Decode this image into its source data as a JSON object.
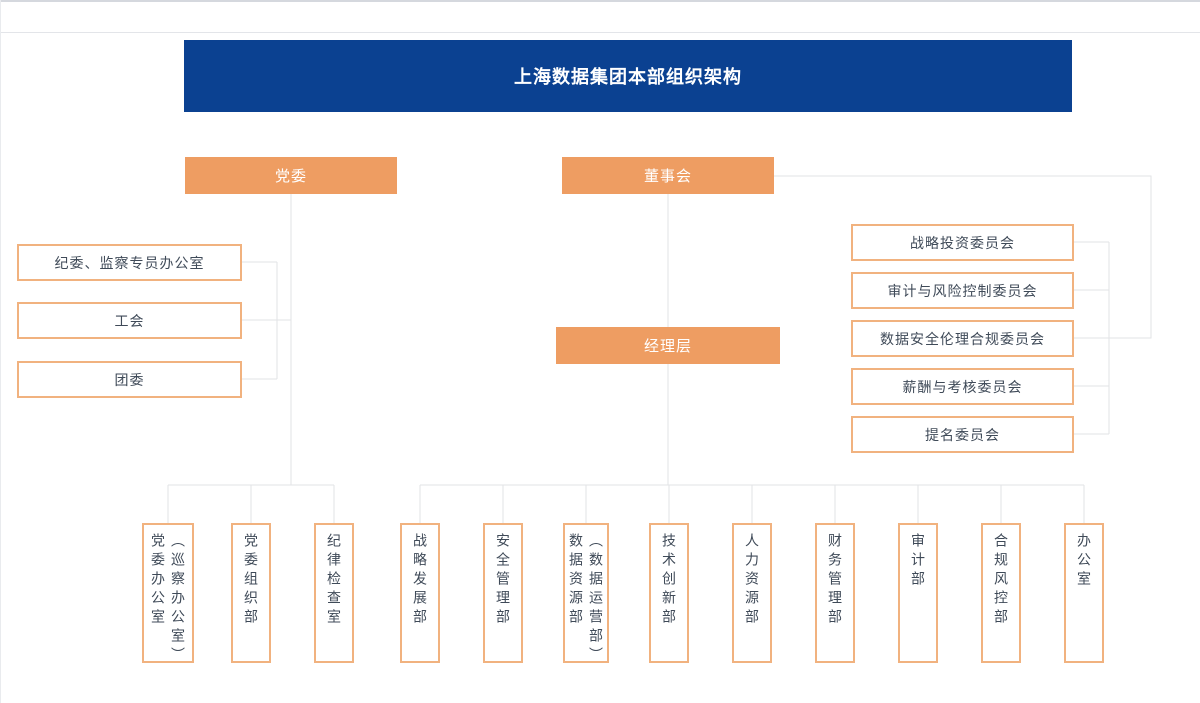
{
  "title": "上海数据集团本部组织架构",
  "colors": {
    "banner_bg": "#0B4191",
    "banner_text": "#FFFFFF",
    "node_fill": "#EE9D62",
    "node_text": "#FFFFFF",
    "box_border": "#F1B27F",
    "box_bg": "#FFFFFF",
    "text": "#3F4A58",
    "line": "#E2E3E6"
  },
  "top_nodes": {
    "party": "党委",
    "board": "董事会",
    "management": "经理层"
  },
  "party_branches": [
    "纪委、监察专员办公室",
    "工会",
    "团委"
  ],
  "board_committees": [
    "战略投资委员会",
    "审计与风险控制委员会",
    "数据安全伦理合规委员会",
    "薪酬与考核委员会",
    "提名委员会"
  ],
  "party_departments": [
    {
      "label": "党委办公室",
      "sub": "（巡察办公室）"
    },
    {
      "label": "党委组织部",
      "sub": ""
    },
    {
      "label": "纪律检查室",
      "sub": ""
    }
  ],
  "departments": [
    {
      "label": "战略发展部",
      "sub": ""
    },
    {
      "label": "安全管理部",
      "sub": ""
    },
    {
      "label": "数据资源部",
      "sub": "（数据运营部）"
    },
    {
      "label": "技术创新部",
      "sub": ""
    },
    {
      "label": "人力资源部",
      "sub": ""
    },
    {
      "label": "财务管理部",
      "sub": ""
    },
    {
      "label": "审计部",
      "sub": ""
    },
    {
      "label": "合规风控部",
      "sub": ""
    },
    {
      "label": "办公室",
      "sub": ""
    }
  ]
}
